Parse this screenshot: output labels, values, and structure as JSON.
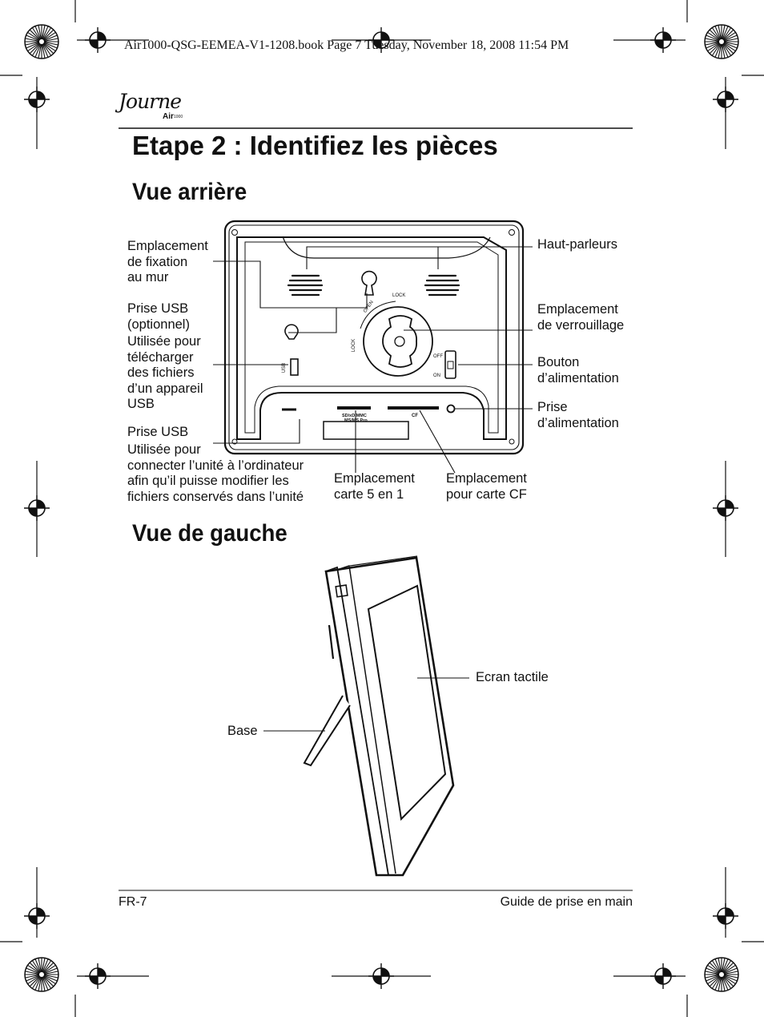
{
  "header": {
    "book_line": "Air1000-QSG-EEMEA-V1-1208.book  Page 7  Tuesday, November 18, 2008  11:54 PM"
  },
  "logo": {
    "script_text": "Journe",
    "sub_text": "Air",
    "sub_model": "1000"
  },
  "title": "Etape 2 : Identifiez les pièces",
  "rear_view": {
    "heading": "Vue arrière",
    "labels": {
      "wall_mount": "Emplacement\nde fixation\nau mur",
      "usb_optional": "Prise USB\n(optionnel)",
      "usb_optional_desc": "Utilisée pour\ntélécharger\ndes fichiers\nd’un appareil\nUSB",
      "usb": "Prise USB",
      "usb_desc": "Utilisée pour\nconnecter l’unité à l’ordinateur\nafin qu’il puisse modifier les\nfichiers conservés dans l’unité",
      "card5in1": "Emplacement\ncarte 5 en 1",
      "cardcf": "Emplacement\npour carte CF",
      "speakers": "Haut-parleurs",
      "lock_slot": "Emplacement\nde verrouillage",
      "power_button": "Bouton\nd’alimentation",
      "power_jack": "Prise\nd’alimentation"
    },
    "device_text": {
      "lock_top": "LOCK",
      "open": "OPEN",
      "lock_side": "LOCK",
      "off": "OFF",
      "on": "ON",
      "usb_vertical": "USB",
      "card_slot_1": "SD/xD/MMC",
      "card_slot_2": "MS/MS Pro",
      "cf": "CF"
    }
  },
  "left_view": {
    "heading": "Vue de gauche",
    "labels": {
      "touchscreen": "Ecran tactile",
      "base": "Base"
    }
  },
  "footer": {
    "page": "FR-7",
    "guide": "Guide de prise en main"
  }
}
